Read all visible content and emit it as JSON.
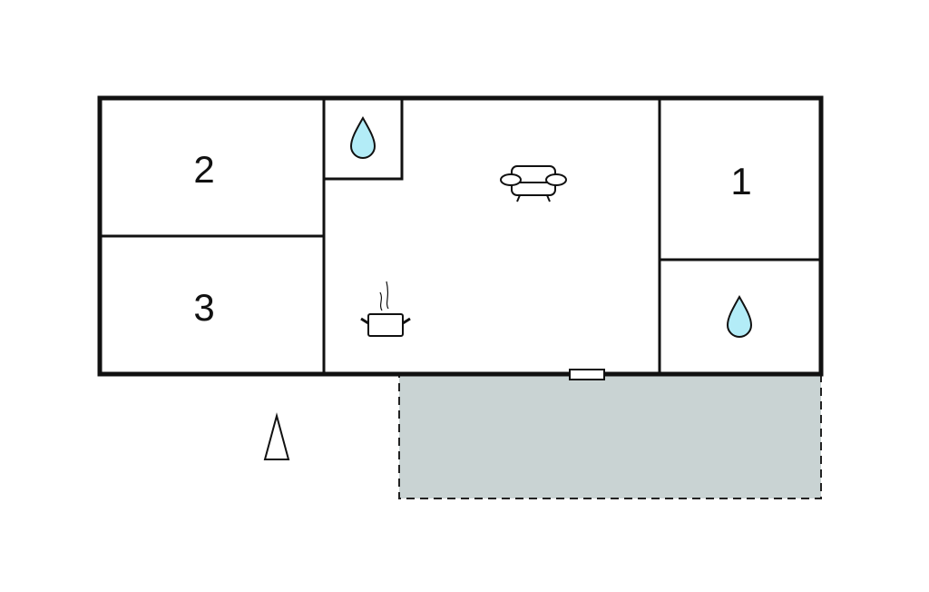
{
  "rooms": {
    "bedroom_1": {
      "label": "1"
    },
    "bedroom_2": {
      "label": "2"
    },
    "bedroom_3": {
      "label": "3"
    }
  },
  "icons": {
    "bathroom": "water-drop-icon",
    "living": "sofa-icon",
    "kitchen": "cooking-pot-icon",
    "north": "north-arrow-icon"
  },
  "colors": {
    "wall": "#111111",
    "water": "#b3ecf7",
    "terrace": "#c9d3d3"
  }
}
